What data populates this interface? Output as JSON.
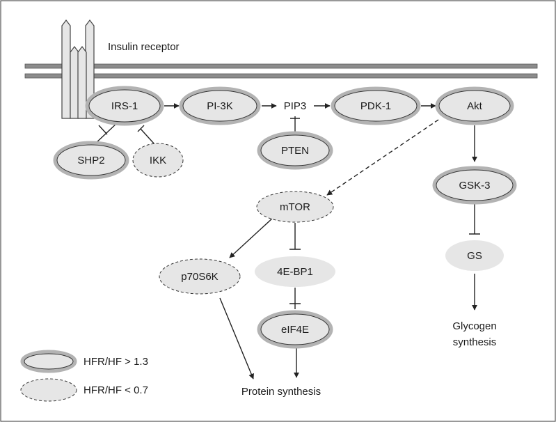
{
  "receptor": {
    "label": "Insulin receptor"
  },
  "nodes": {
    "irs1": "IRS-1",
    "pi3k": "PI-3K",
    "pip3": "PIP3",
    "pdk1": "PDK-1",
    "akt": "Akt",
    "shp2": "SHP2",
    "ikk": "IKK",
    "pten": "PTEN",
    "mtor": "mTOR",
    "gsk3": "GSK-3",
    "p70s6k": "p70S6K",
    "bp1": "4E-BP1",
    "gs": "GS",
    "eif4e": "eIF4E"
  },
  "outcomes": {
    "glycogen_line1": "Glycogen",
    "glycogen_line2": "synthesis",
    "protein": "Protein synthesis"
  },
  "legend": {
    "increased": "HFR/HF > 1.3",
    "decreased": "HFR/HF < 0.7"
  },
  "colors": {
    "node_fill": "#e6e6e6",
    "solid_border": "#b3b3b3",
    "inner_stroke": "#333333",
    "membrane": "#8c8c8c",
    "line": "#222222",
    "frame": "#555555"
  }
}
